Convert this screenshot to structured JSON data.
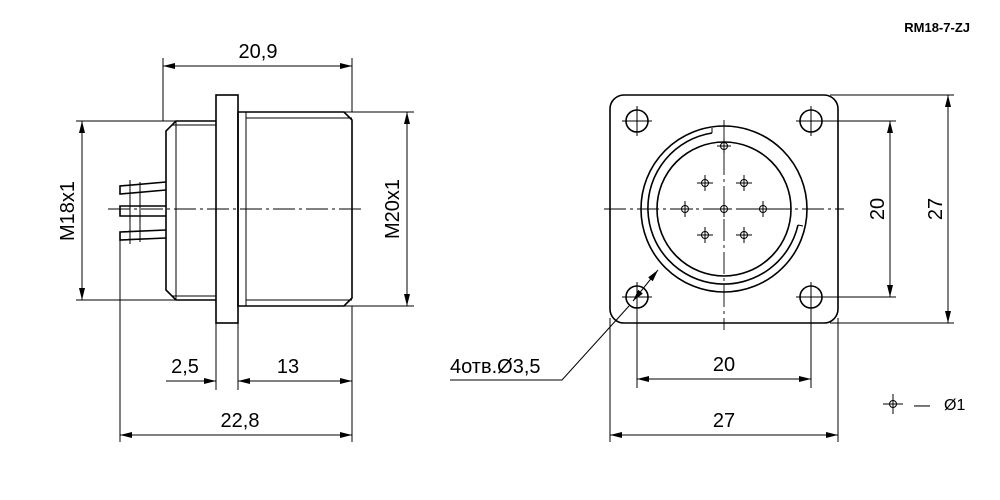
{
  "part_code": "RM18-7-ZJ",
  "side_view": {
    "overall_length_top": "20,9",
    "thread_left": "M18x1",
    "thread_right": "M20x1",
    "flange_thickness": "2,5",
    "body_length": "13",
    "overall_length_bottom": "22,8"
  },
  "front_view": {
    "hole_spacing_vertical": "20",
    "flange_height": "27",
    "hole_spacing_horizontal": "20",
    "flange_width": "27",
    "holes_callout": "4отв.Ø3,5"
  },
  "legend": {
    "dash": "—",
    "pin_diameter": "Ø1"
  }
}
